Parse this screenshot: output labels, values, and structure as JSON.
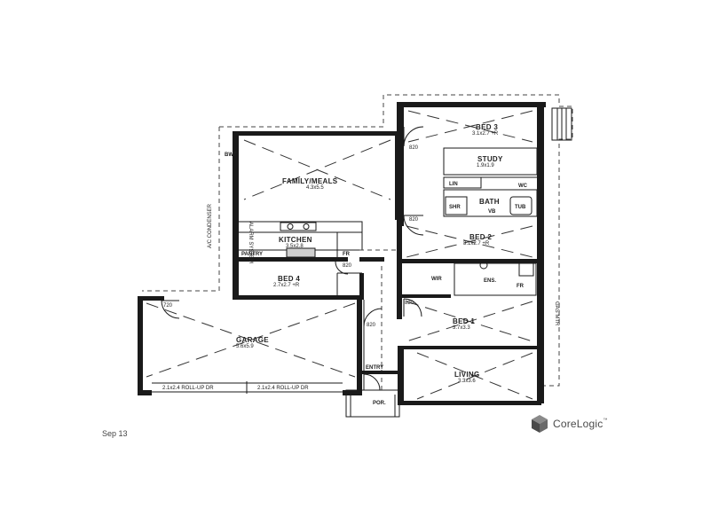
{
  "rooms": {
    "bed3": {
      "name": "BED 3",
      "dims": "3.1x2.7 +R"
    },
    "study": {
      "name": "STUDY",
      "dims": "1.9x1.9"
    },
    "family": {
      "name": "FAMILY/MEALS",
      "dims": "4.3x5.5"
    },
    "kitchen": {
      "name": "KITCHEN",
      "dims": "3.5x2.8"
    },
    "bath": {
      "name": "BATH"
    },
    "bed2": {
      "name": "BED 2",
      "dims": "3.1x2.7 +R"
    },
    "bed4": {
      "name": "BED 4",
      "dims": "2.7x2.7 +R"
    },
    "wir": {
      "name": "WIR"
    },
    "ens": {
      "name": "ENS."
    },
    "bed1": {
      "name": "BED 1",
      "dims": "3.7x3.3"
    },
    "garage": {
      "name": "GARAGE",
      "dims": "5.6x5.9"
    },
    "living": {
      "name": "LIVING",
      "dims": "3.3x3.6"
    },
    "entry": {
      "name": "ENTRY"
    },
    "porch": {
      "name": "POR."
    }
  },
  "fixtures": {
    "pantry": "PANTRY",
    "fr_kitchen": "FR",
    "fr_ens": "FR",
    "linen": "LIN",
    "shr": "SHR",
    "tub": "TUB",
    "wc": "WC",
    "vb": "VB",
    "bwt": "BWT",
    "ac_condenser": "A/C CONDENSER",
    "alarm": "ALARM SYSTEM",
    "gas_meter": "GAS MTR",
    "roller_door_1": "2.1x2.4 ROLL-UP DR",
    "roller_door_2": "2.1x2.4 ROLL-UP DR"
  },
  "door_widths": {
    "d1": "820",
    "d2": "820",
    "d3": "820",
    "d4": "820",
    "d5": "820",
    "d6": "720"
  },
  "footer": {
    "date": "Sep 13",
    "brand": "CoreLogic",
    "brand_mark": "™"
  },
  "colors": {
    "walls": "#1a1a1a",
    "brand": "#4a4a4a"
  }
}
